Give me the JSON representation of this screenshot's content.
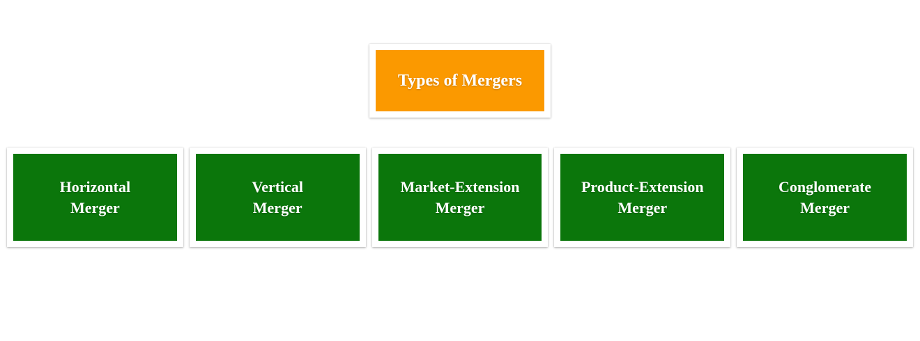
{
  "diagram": {
    "root": {
      "label": "Types of Mergers"
    },
    "children": [
      {
        "label": "Horizontal Merger",
        "lines": [
          "Horizontal",
          "Merger"
        ]
      },
      {
        "label": "Vertical Merger",
        "lines": [
          "Vertical",
          "Merger"
        ]
      },
      {
        "label": "Market-Extension Merger",
        "lines": [
          "Market-Extension",
          "Merger"
        ]
      },
      {
        "label": "Product-Extension Merger",
        "lines": [
          "Product-Extension",
          "Merger"
        ]
      },
      {
        "label": "Conglomerate Merger",
        "lines": [
          "Conglomerate",
          "Merger"
        ]
      }
    ],
    "colors": {
      "root_bg": "#FB9900",
      "child_bg": "#0B760B",
      "label_text": "#FFFFFF",
      "frame": "#FFFFFF",
      "page_bg": "#FFFFFF"
    }
  }
}
